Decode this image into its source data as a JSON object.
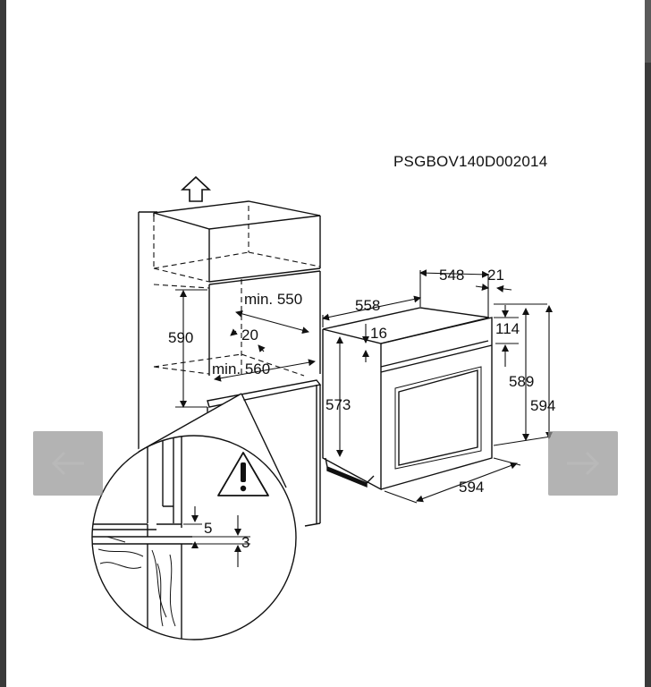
{
  "diagram": {
    "code": "PSGBOV140D002014",
    "cabinet": {
      "dim_height": "590",
      "dim_min_depth": "min. 550",
      "dim_gap": "20",
      "dim_min_width": "min. 560"
    },
    "oven": {
      "dim_top_depth": "548",
      "dim_door_thickness": "21",
      "dim_side_depth": "558",
      "dim_panel": "16",
      "dim_control": "114",
      "dim_body_height": "573",
      "dim_inner_height": "589",
      "dim_total_height": "594",
      "dim_width": "594"
    },
    "detail": {
      "dim_gap_5": "5",
      "dim_gap_3": "3"
    }
  },
  "navigation": {
    "prev_icon": "arrow-left-icon",
    "next_icon": "arrow-right-icon"
  }
}
